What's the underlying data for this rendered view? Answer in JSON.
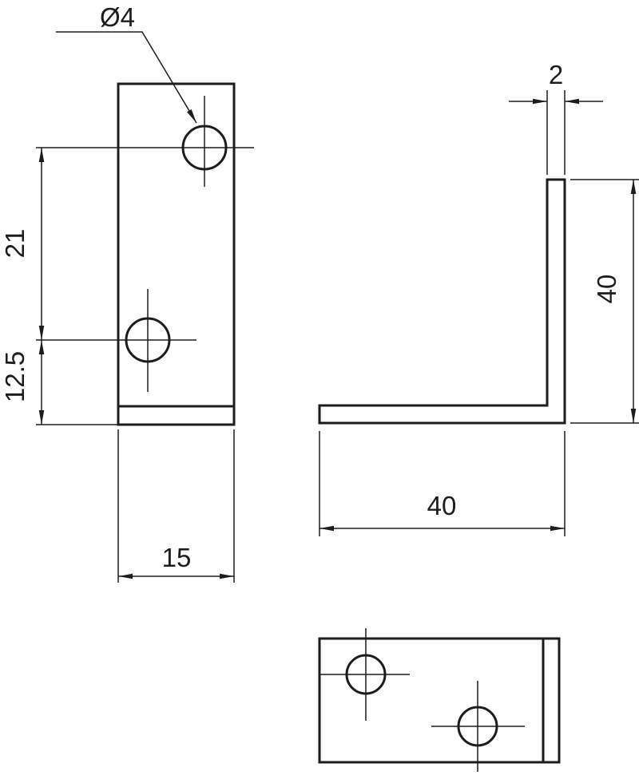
{
  "drawing": {
    "line_color": "#1d1d1b",
    "background_color": "#ffffff",
    "front_view": {
      "hole_diameter_label": "Ø4",
      "hole_spacing_label": "21",
      "hole_bottom_offset_label": "12.5",
      "width_label": "15"
    },
    "side_view": {
      "thickness_label": "2",
      "height_label": "40",
      "length_label": "40"
    }
  }
}
